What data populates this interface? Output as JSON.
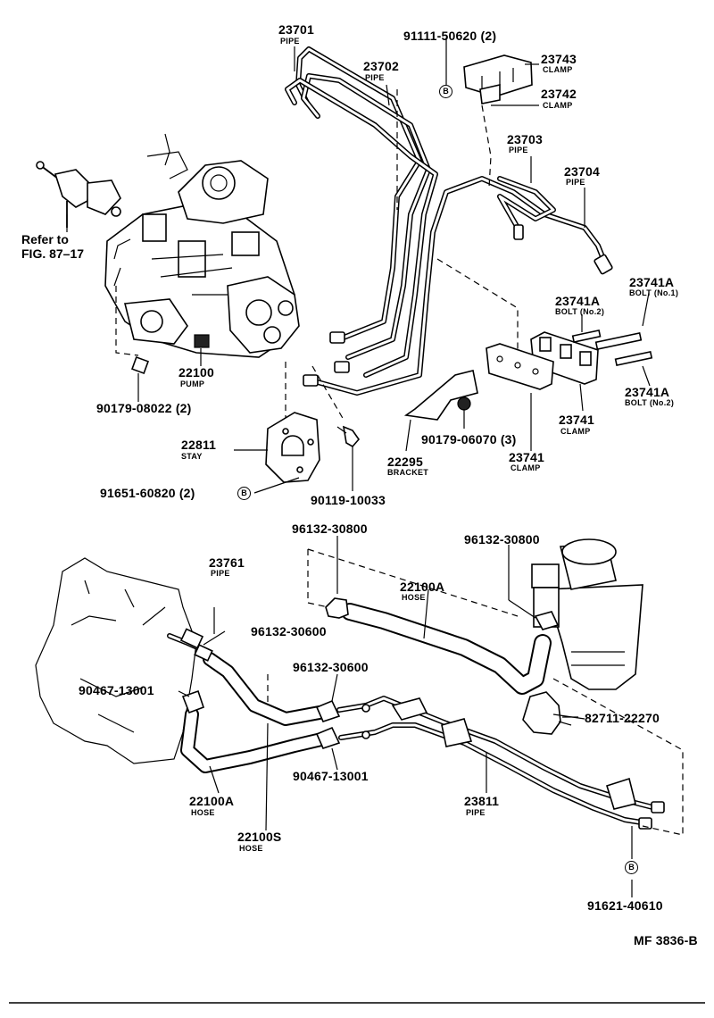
{
  "parts": [
    {
      "number": "23701",
      "caption": "PIPE"
    },
    {
      "number": "23702",
      "caption": "PIPE"
    },
    {
      "number": "91111-50620 (2)",
      "caption": ""
    },
    {
      "number": "23743",
      "caption": "CLAMP"
    },
    {
      "number": "23742",
      "caption": "CLAMP"
    },
    {
      "number": "23703",
      "caption": "PIPE"
    },
    {
      "number": "23704",
      "caption": "PIPE"
    },
    {
      "number": "23741A",
      "caption": "BOLT (No.1)"
    },
    {
      "number": "23741A",
      "caption": "BOLT (No.2)"
    },
    {
      "number": "23741A",
      "caption": "BOLT (No.2)"
    },
    {
      "number": "22100",
      "caption": "PUMP"
    },
    {
      "number": "90179-08022 (2)",
      "caption": ""
    },
    {
      "number": "23741",
      "caption": "CLAMP"
    },
    {
      "number": "90179-06070 (3)",
      "caption": ""
    },
    {
      "number": "23741",
      "caption": "CLAMP"
    },
    {
      "number": "22811",
      "caption": "STAY"
    },
    {
      "number": "22295",
      "caption": "BRACKET"
    },
    {
      "number": "91651-60820 (2)",
      "caption": ""
    },
    {
      "number": "90119-10033",
      "caption": ""
    },
    {
      "number": "96132-30800",
      "caption": ""
    },
    {
      "number": "96132-30800",
      "caption": ""
    },
    {
      "number": "23761",
      "caption": "PIPE"
    },
    {
      "number": "22100A",
      "caption": "HOSE"
    },
    {
      "number": "96132-30600",
      "caption": ""
    },
    {
      "number": "96132-30600",
      "caption": ""
    },
    {
      "number": "90467-13001",
      "caption": ""
    },
    {
      "number": "82711-22270",
      "caption": ""
    },
    {
      "number": "90467-13001",
      "caption": ""
    },
    {
      "number": "22100A",
      "caption": "HOSE"
    },
    {
      "number": "23811",
      "caption": "PIPE"
    },
    {
      "number": "22100S",
      "caption": "HOSE"
    },
    {
      "number": "91621-40610",
      "caption": ""
    }
  ],
  "reference": {
    "line1": "Refer to",
    "line2": "FIG. 87–17"
  },
  "bolt_marker": "B",
  "figure_code": "MF 3836-B"
}
